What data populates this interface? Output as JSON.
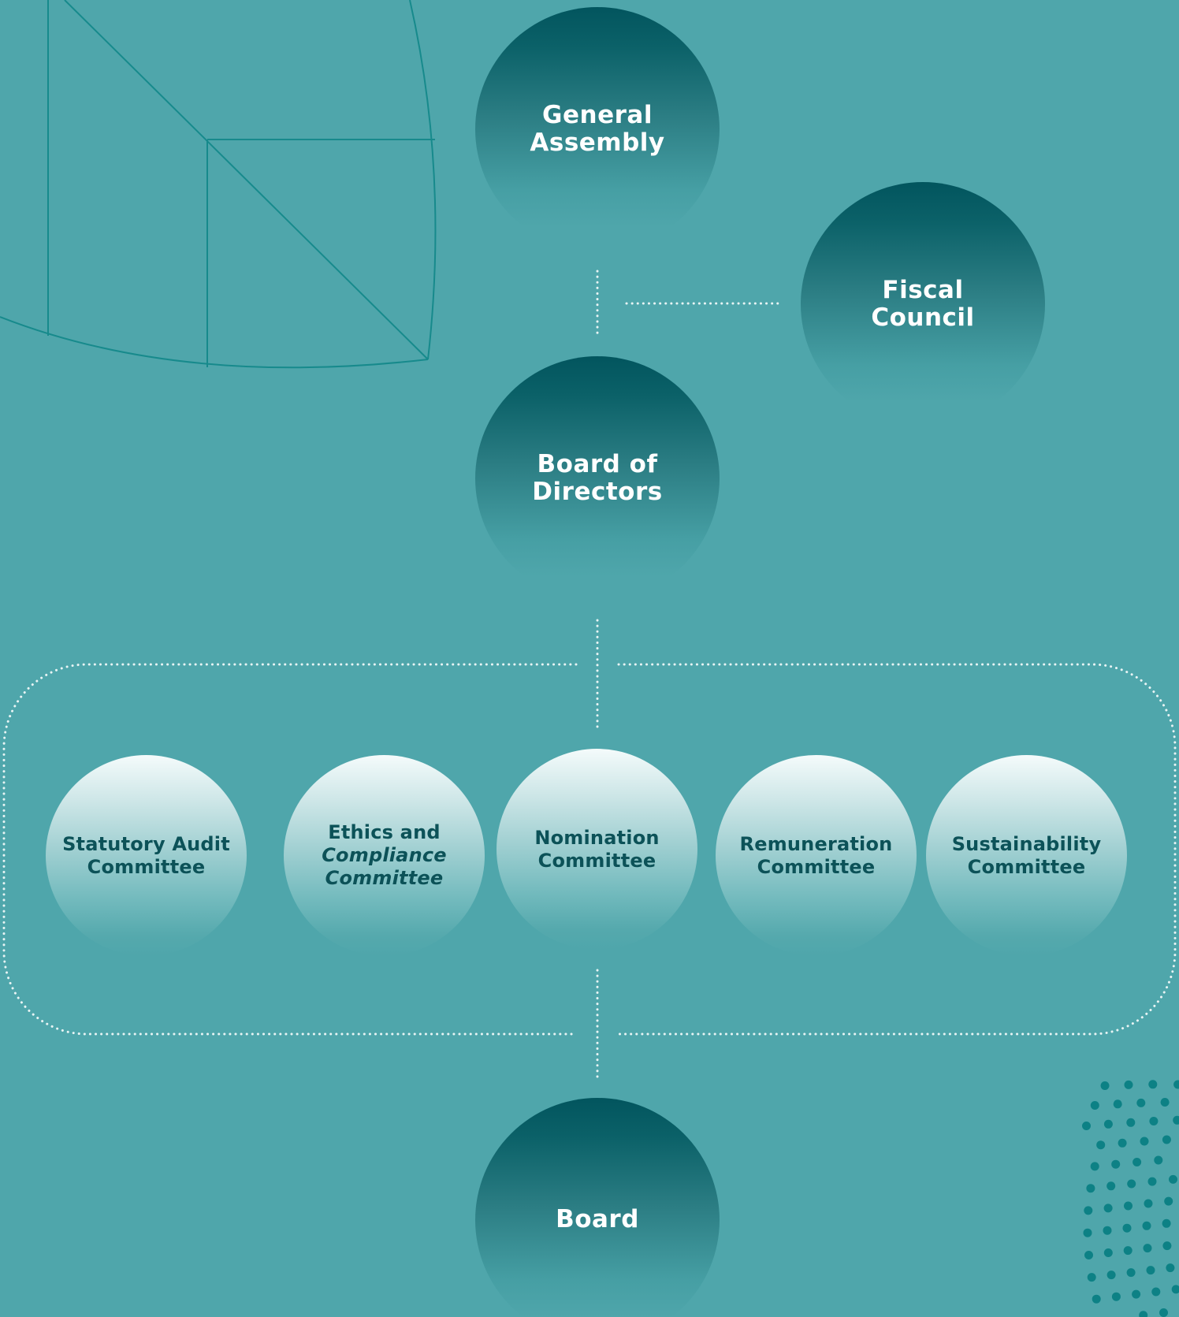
{
  "diagram": {
    "title": "",
    "nodes": {
      "general_assembly": {
        "line1": "General",
        "line2": "Assembly"
      },
      "fiscal_council": {
        "line1": "Fiscal",
        "line2": "Council"
      },
      "board_of_directors": {
        "line1": "Board of",
        "line2": "Directors"
      },
      "board": {
        "line1": "Board"
      }
    },
    "committees": [
      {
        "line1": "Statutory Audit",
        "line2": "Committee"
      },
      {
        "line1": "Ethics and",
        "line2": "Compliance",
        "line3": "Committee"
      },
      {
        "line1": "Nomination",
        "line2": "Committee"
      },
      {
        "line1": "Remuneration",
        "line2": "Committee"
      },
      {
        "line1": "Sustainability",
        "line2": "Committee"
      }
    ]
  },
  "colors": {
    "background": "#4fa6ab",
    "dark_node_top": "#02555e",
    "light_node_top": "#f4fbfb",
    "dark_label": "#ffffff",
    "light_label": "#0c5258",
    "connector": "#e8f4f4",
    "decor_line": "#178a8c",
    "decor_dots": "#0d8185"
  }
}
